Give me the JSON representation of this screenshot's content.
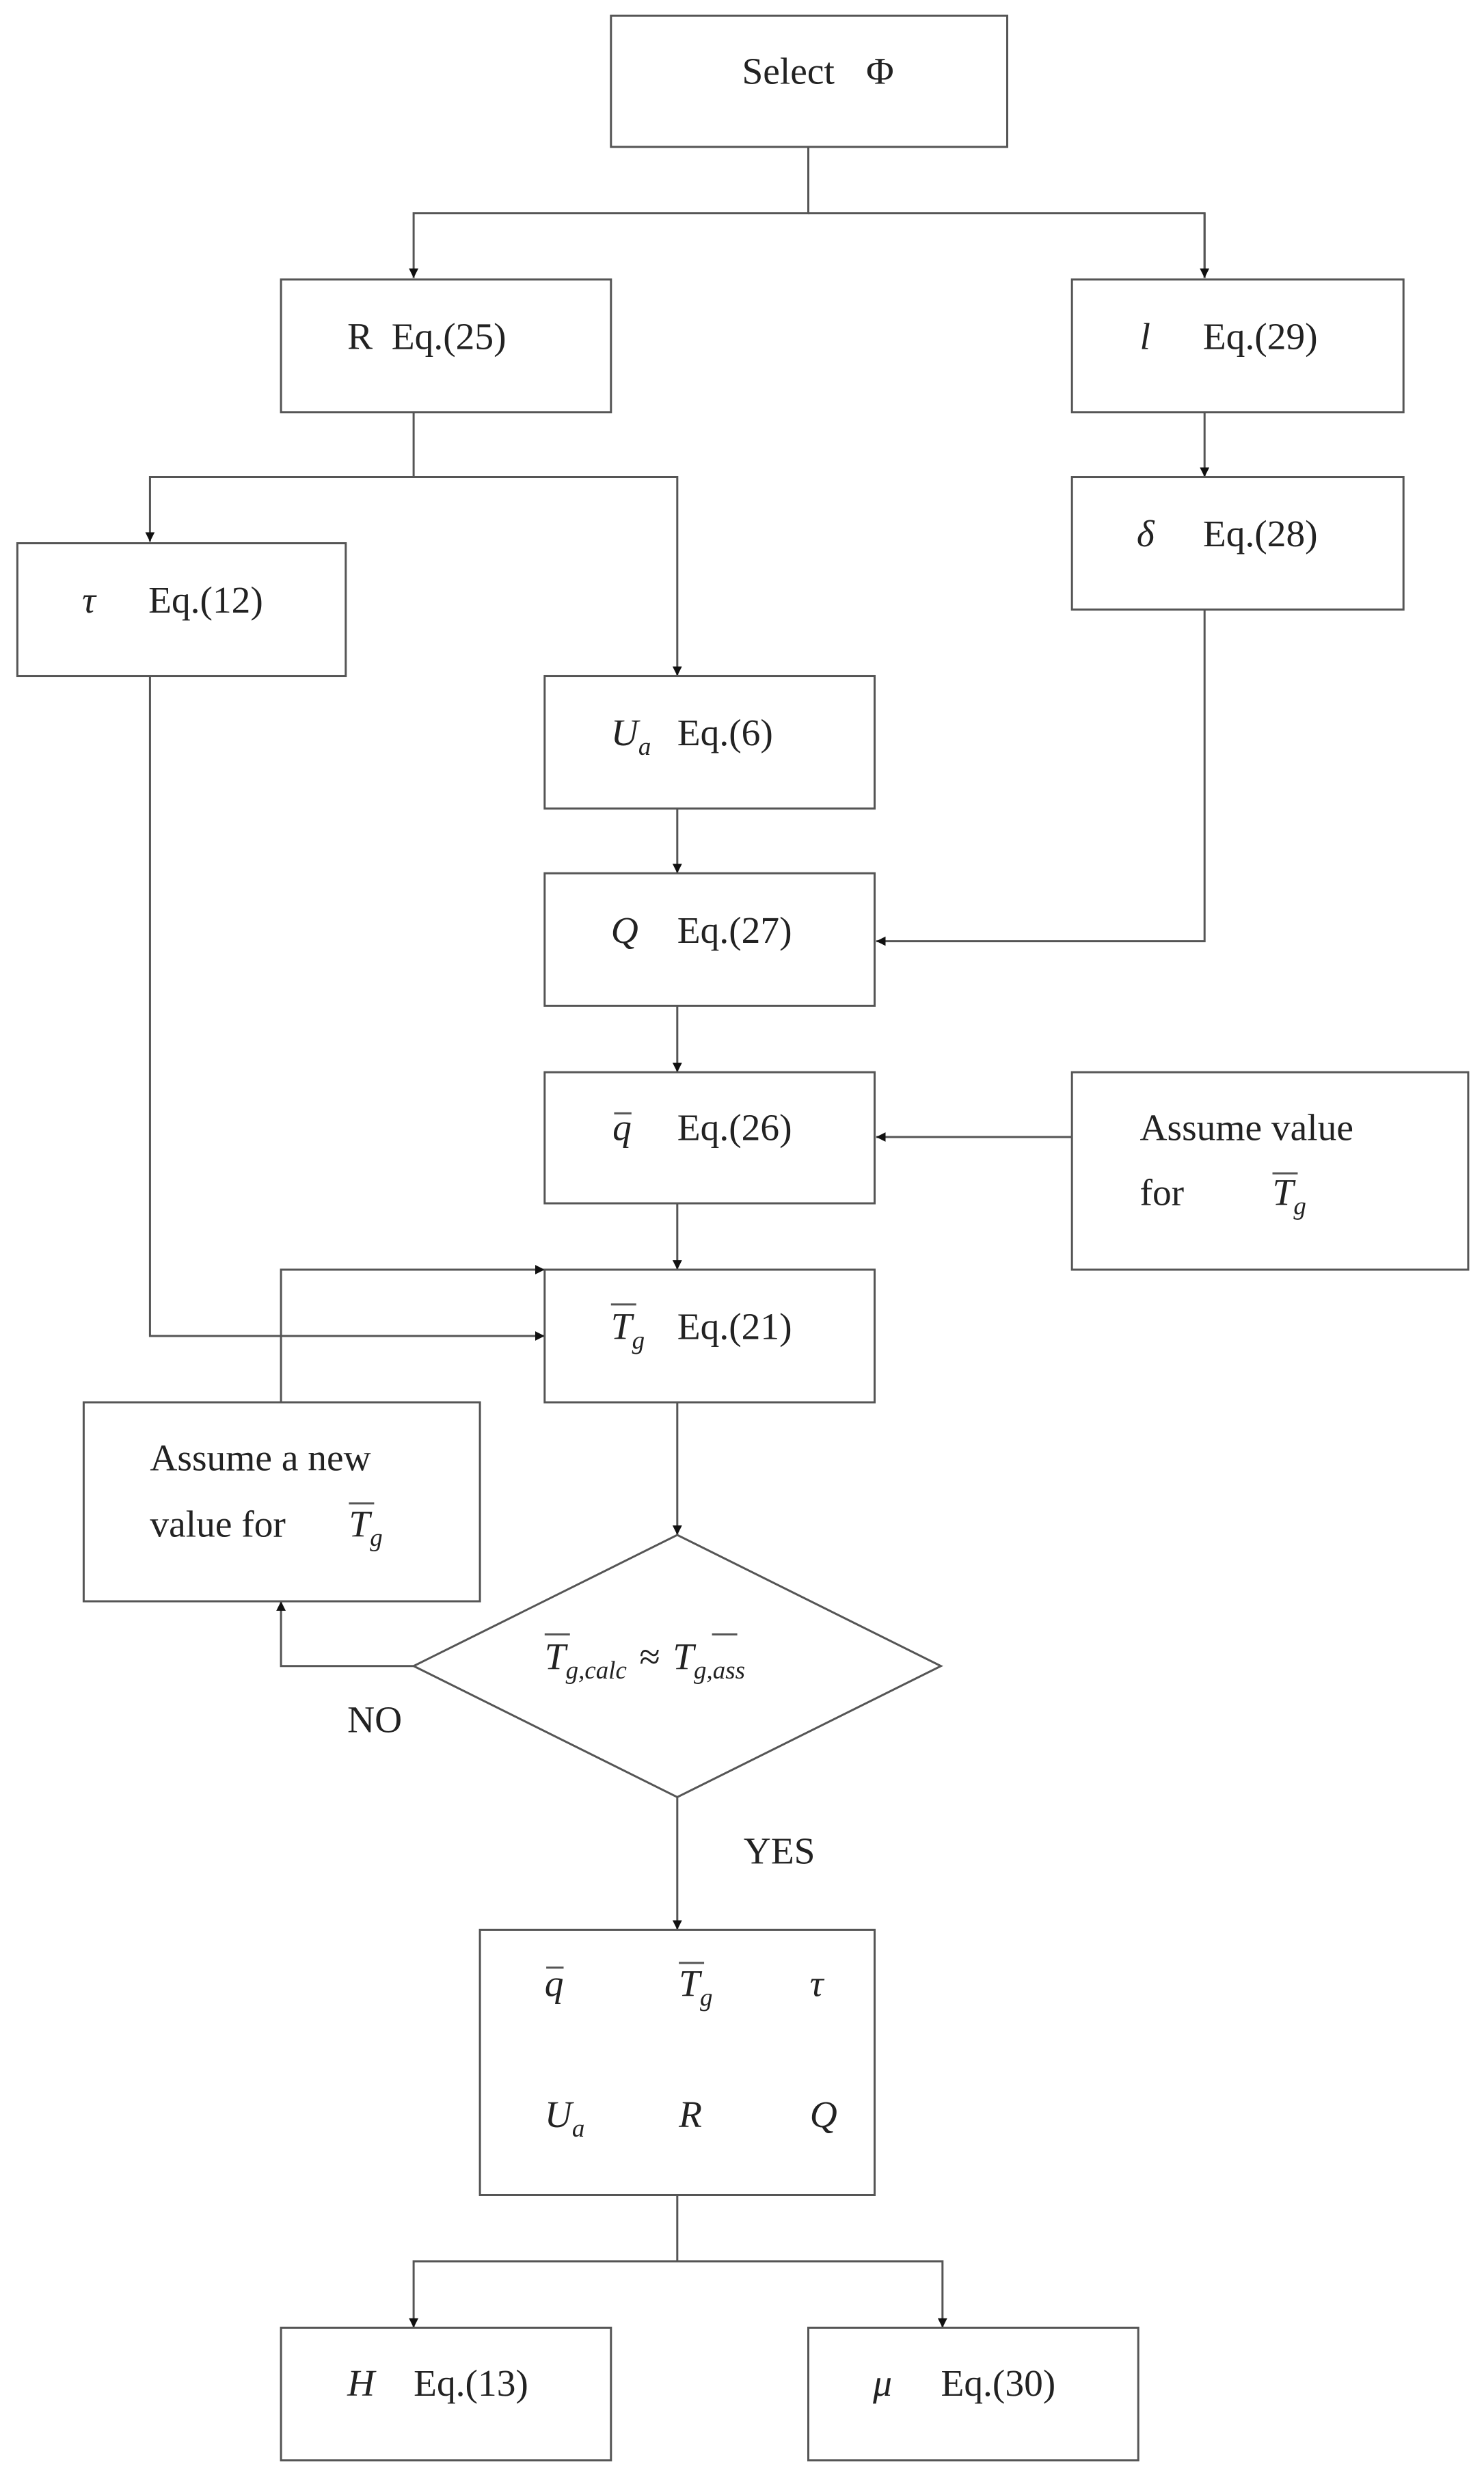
{
  "diagram": {
    "nodes": {
      "select_phi": {
        "label": "Select",
        "symbol": "Φ"
      },
      "r": {
        "symbol": "R",
        "eq": "Eq.(25)"
      },
      "l": {
        "symbol": "l",
        "eq": "Eq.(29)"
      },
      "delta": {
        "symbol": "δ",
        "eq": "Eq.(28)"
      },
      "tau": {
        "symbol": "τ",
        "eq": "Eq.(12)"
      },
      "ua": {
        "symbol": "U",
        "sub": "a",
        "eq": "Eq.(6)"
      },
      "q_big": {
        "symbol": "Q",
        "eq": "Eq.(27)"
      },
      "q_bar": {
        "symbol": "q",
        "eq": "Eq.(26)"
      },
      "assume_value": {
        "line1": "Assume value",
        "line2_prefix": "for",
        "symbol": "T",
        "sub": "g"
      },
      "tg": {
        "symbol": "T",
        "sub": "g",
        "eq": "Eq.(21)"
      },
      "assume_new": {
        "line1": "Assume a new",
        "line2_prefix": "value for",
        "symbol": "T",
        "sub": "g"
      },
      "decision": {
        "left": "T",
        "left_sub": "g,calc",
        "op": "≈",
        "right": "T",
        "right_sub": "g,ass"
      },
      "results": {
        "q": "q",
        "tg": "T",
        "tg_sub": "g",
        "tau": "τ",
        "ua": "U",
        "ua_sub": "a",
        "r": "R",
        "Q": "Q"
      },
      "h": {
        "symbol": "H",
        "eq": "Eq.(13)"
      },
      "mu": {
        "symbol": "μ",
        "eq": "Eq.(30)"
      }
    },
    "edge_labels": {
      "no": "NO",
      "yes": "YES"
    }
  }
}
